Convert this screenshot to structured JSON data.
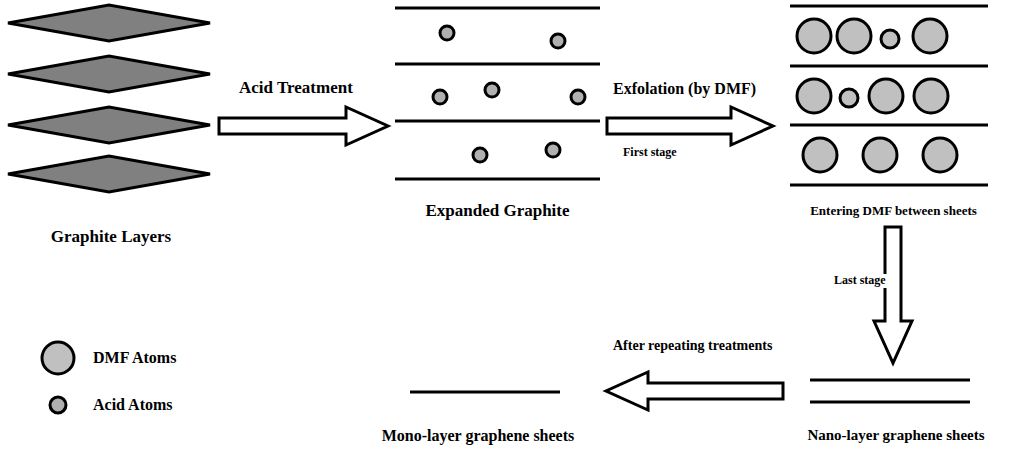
{
  "diagram": {
    "nodes": [
      {
        "text": [
          "Graphite Layers"
        ]
      },
      {
        "text": [
          "Expanded Graphite"
        ]
      },
      {
        "text": [
          "Entering DMF between sheets"
        ]
      },
      {
        "text": [
          "Nano-layer graphene sheets"
        ]
      },
      {
        "text": [
          "Mono-layer graphene sheets"
        ]
      }
    ],
    "edges": [
      {
        "from": 0,
        "to": 1,
        "arrow": "to",
        "label": "Acid Treatment"
      },
      {
        "from": 1,
        "to": 2,
        "arrow": "to",
        "label": "Exfolation (by DMF)"
      },
      {
        "from": 2,
        "to": 3,
        "arrow": "to",
        "label": "Last stage"
      },
      {
        "from": 3,
        "to": 4,
        "arrow": "to",
        "label": "After repeating treatments"
      }
    ],
    "labels": [
      "First stage"
    ],
    "legend": [
      {
        "text": "DMF Atoms"
      },
      {
        "text": "Acid Atoms"
      }
    ]
  }
}
